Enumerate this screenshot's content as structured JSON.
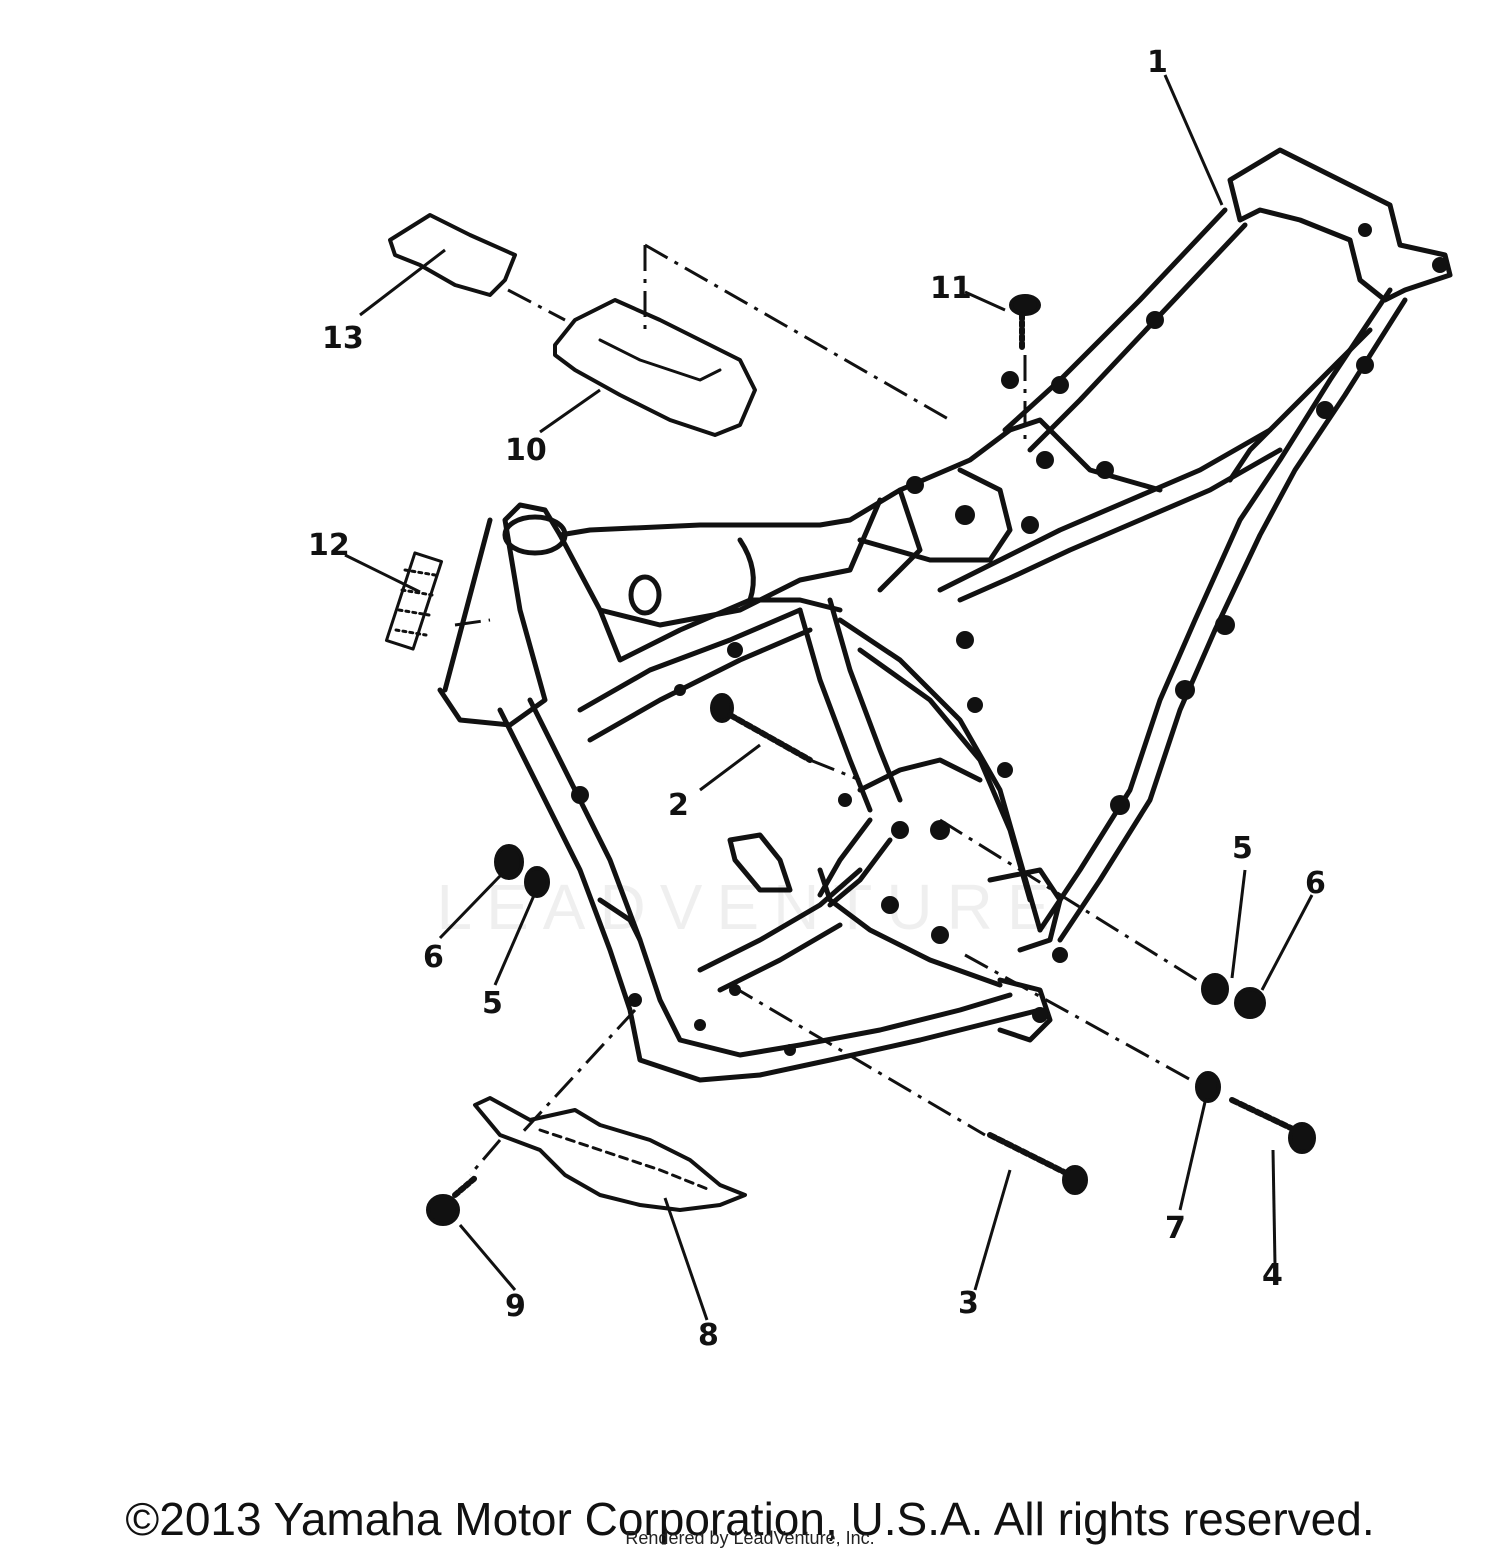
{
  "diagram": {
    "callouts": [
      "1",
      "2",
      "3",
      "4",
      "5",
      "6",
      "7",
      "8",
      "9",
      "10",
      "11",
      "12",
      "13"
    ],
    "callouts_lower_set": [
      "5",
      "6"
    ],
    "watermark_text": "LEADVENTURE",
    "copyright": "©2013 Yamaha Motor Corporation, U.S.A. All rights reserved.",
    "rendered_by": "Rendered by LeadVenture, Inc."
  }
}
